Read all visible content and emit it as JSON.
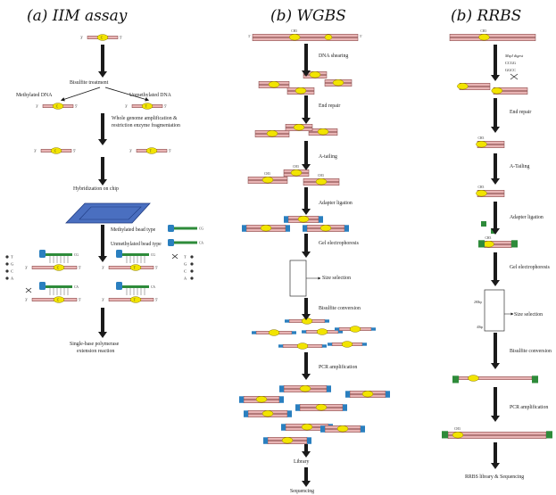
{
  "colors": {
    "strand_fill": "#e8b4b4",
    "strand_stroke": "#7a3b3b",
    "site_fill": "#f2e400",
    "adapter_green": "#2e8b3a",
    "adapter_blue": "#2a7fbf",
    "chip_fill": "#4a6fc0",
    "arrow": "#1a1a1a"
  },
  "panel_a": {
    "title": "(a) IIM assay",
    "strand_end_3": "3'",
    "strand_end_5": "5'",
    "site_label_c": "C",
    "site_label_t": "T",
    "steps": {
      "bisulfite": "Bisulfite treatment",
      "methylated": "Methylated DNA",
      "unmethylated": "Unmethylated DNA",
      "wga_line1": "Whole genome amplification &",
      "wga_line2": "restriction enzyme fragmentation",
      "hybridization": "Hybridization on chip",
      "meth_bead": "Methylated bead type",
      "unmeth_bead": "Unmethylated bead type",
      "bead_cg": "CG",
      "bead_ca": "CA",
      "extension_line1": "Single-base polymerase",
      "extension_line2": "extension reaction"
    },
    "nucleotides": [
      "T",
      "G",
      "C",
      "A"
    ],
    "probe_bases": {
      "cg": "CG",
      "ca": "CA"
    }
  },
  "panel_b": {
    "title": "(b) WGBS",
    "ch3": "CH3",
    "steps": {
      "shearing": "DNA shearing",
      "end_repair": "End repair",
      "a_tailing": "A-tailing",
      "adapter": "Adapter ligation",
      "gel": "Gel electrophoresis",
      "size": "Size selection",
      "bisulfite": "Bisulfite conversion",
      "pcr": "PCR amplification",
      "library": "Library",
      "sequencing": "Sequencing"
    }
  },
  "panel_c": {
    "title": "(b) RRBS",
    "ch3": "CH3",
    "msp1": "MspI digest",
    "ccgg": "CCGG",
    "ggcc": "GGCC",
    "size_top": "280bp",
    "size_bot": "40bp",
    "steps": {
      "end_repair": "End repair",
      "a_tailing": "A-Tailing",
      "adapter": "Adapter ligation",
      "gel": "Gel electrophoresis",
      "size": "Size selection",
      "bisulfite": "Bisulfite conversion",
      "pcr": "PCR amplification",
      "final": "RRBS library & Sequencing"
    }
  }
}
